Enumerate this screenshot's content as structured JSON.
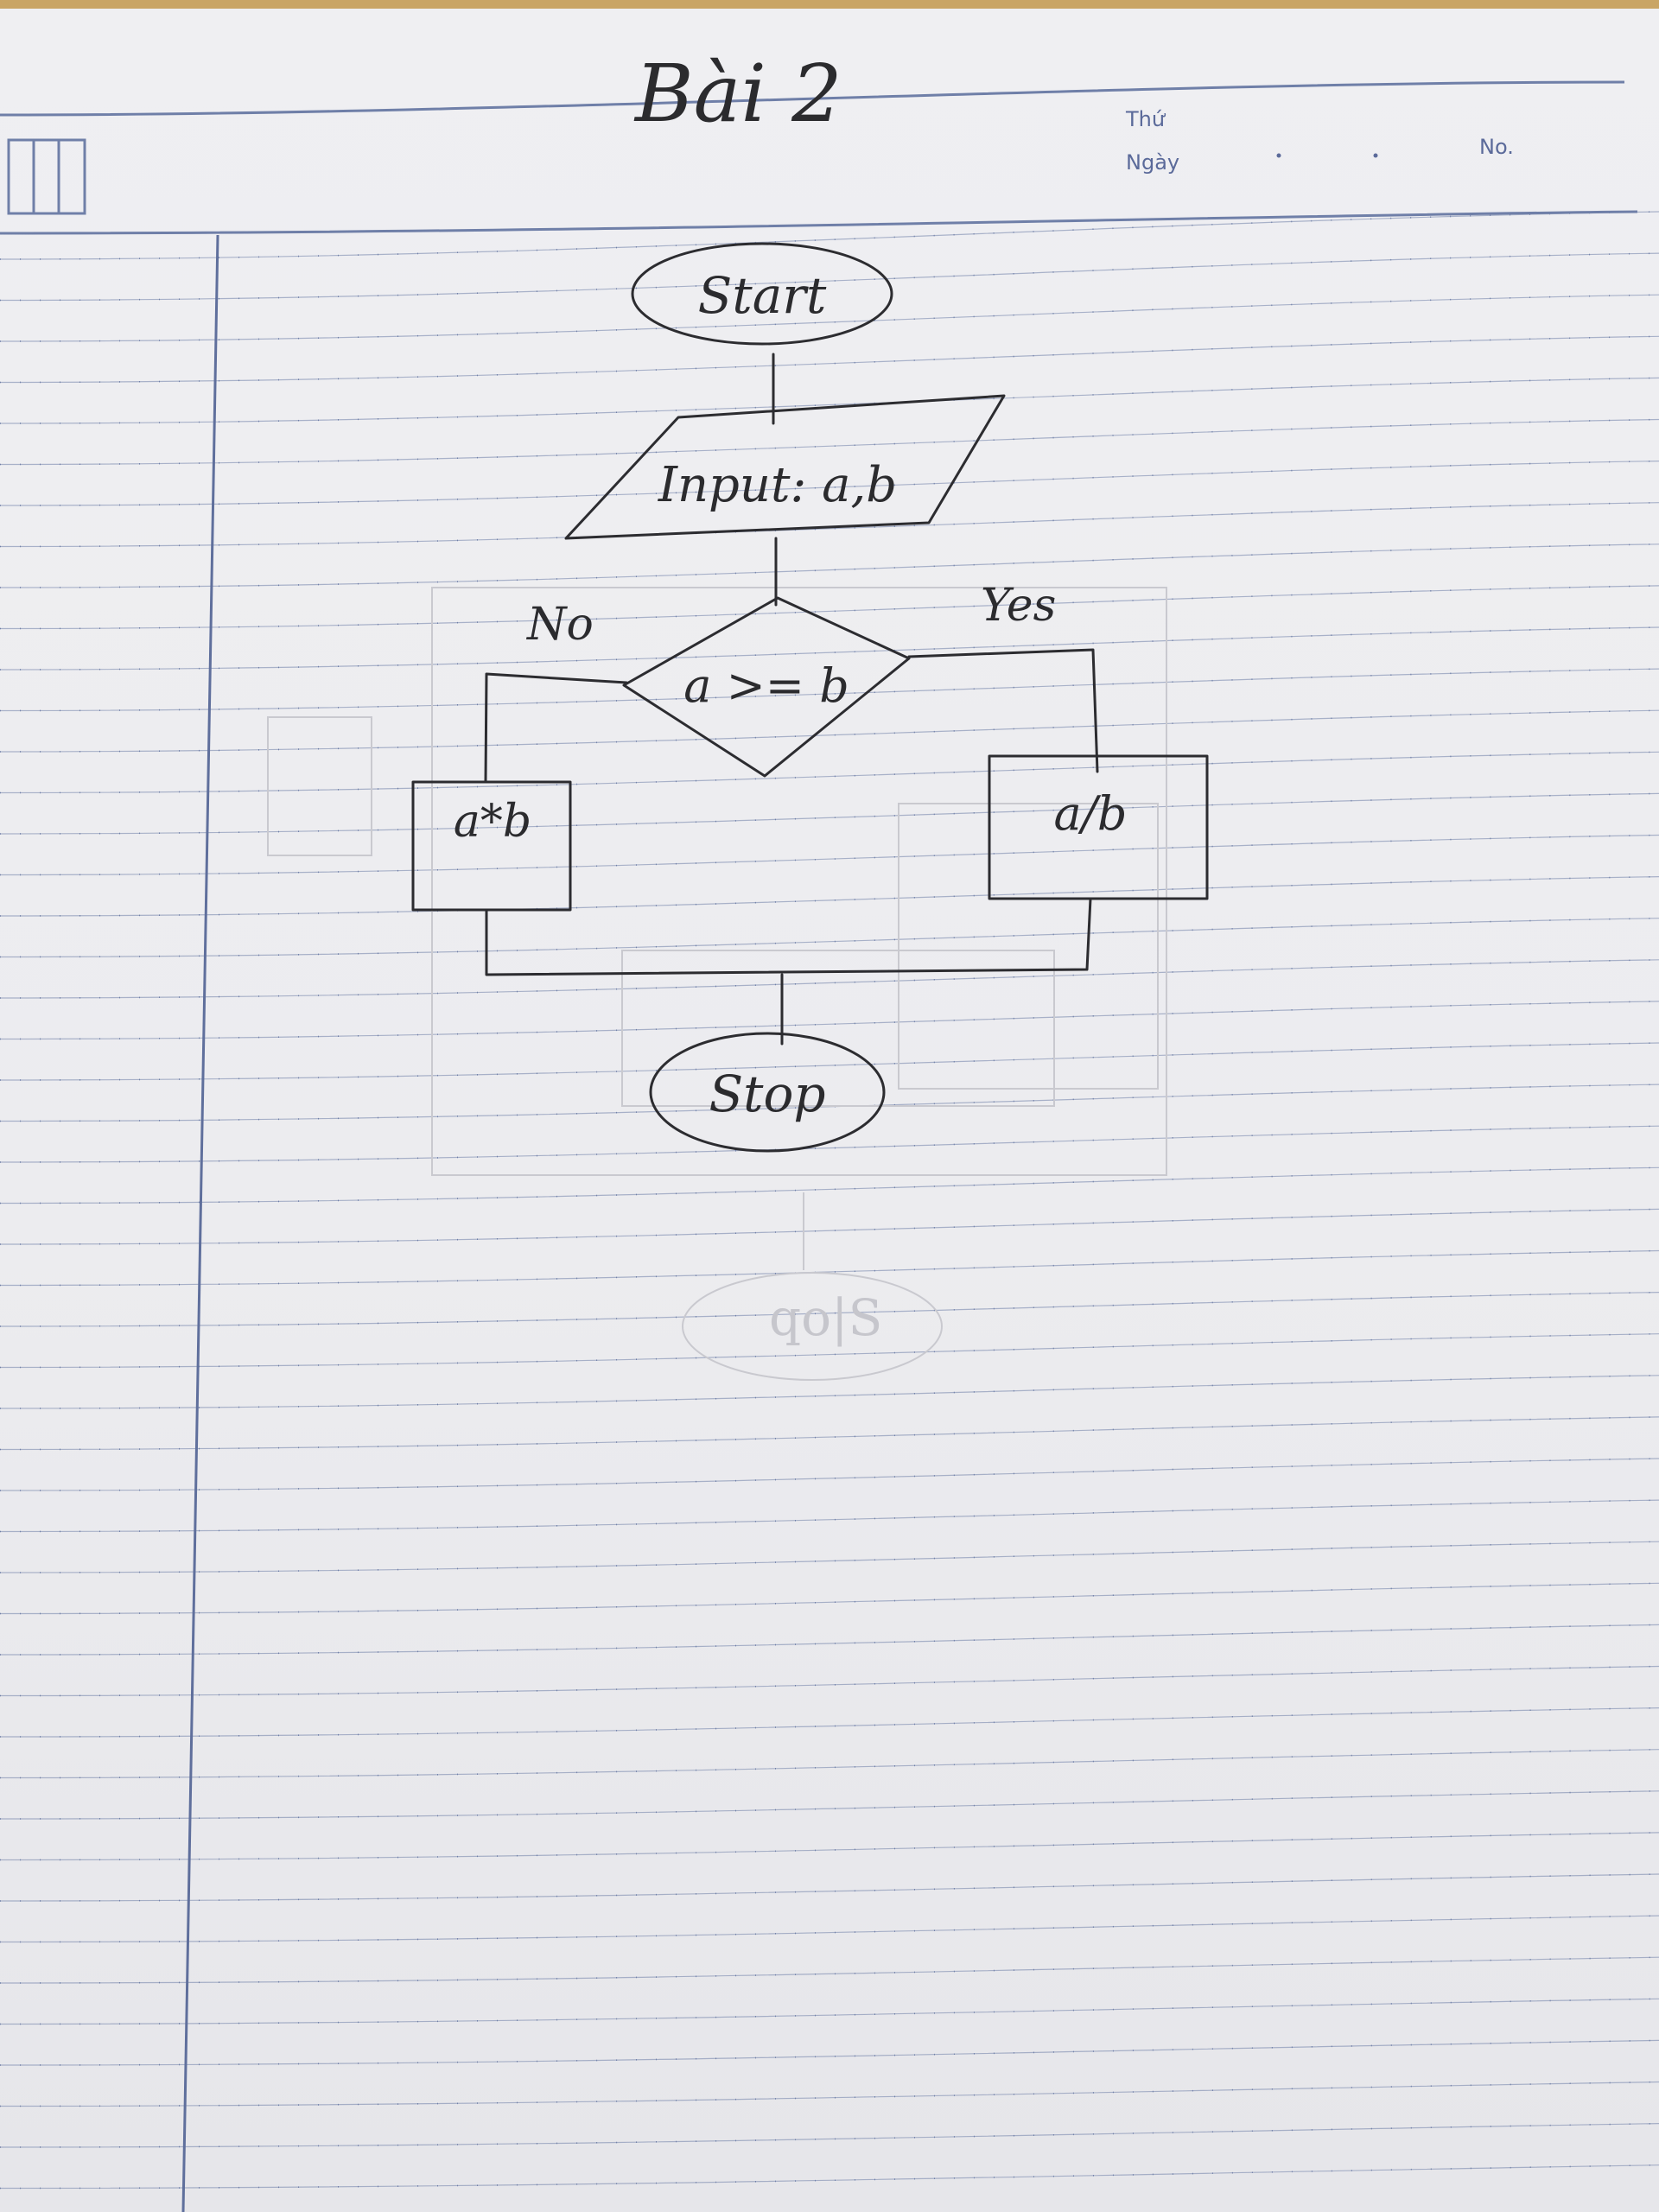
{
  "header": {
    "title": "Bài 2",
    "thu_label": "Thứ",
    "ngay_label": "Ngày",
    "no_label": "No."
  },
  "flowchart": {
    "start": "Start",
    "input": "Input: a,b",
    "decision": "a >= b",
    "no_label": "No",
    "yes_label": "Yes",
    "no_branch": "a*b",
    "yes_branch": "a/b",
    "stop": "Stop"
  },
  "colors": {
    "paper": "#ececef",
    "rule_line": "#6f7fa8",
    "margin_line": "#5f6f9c",
    "ink": "#2c2c30"
  }
}
